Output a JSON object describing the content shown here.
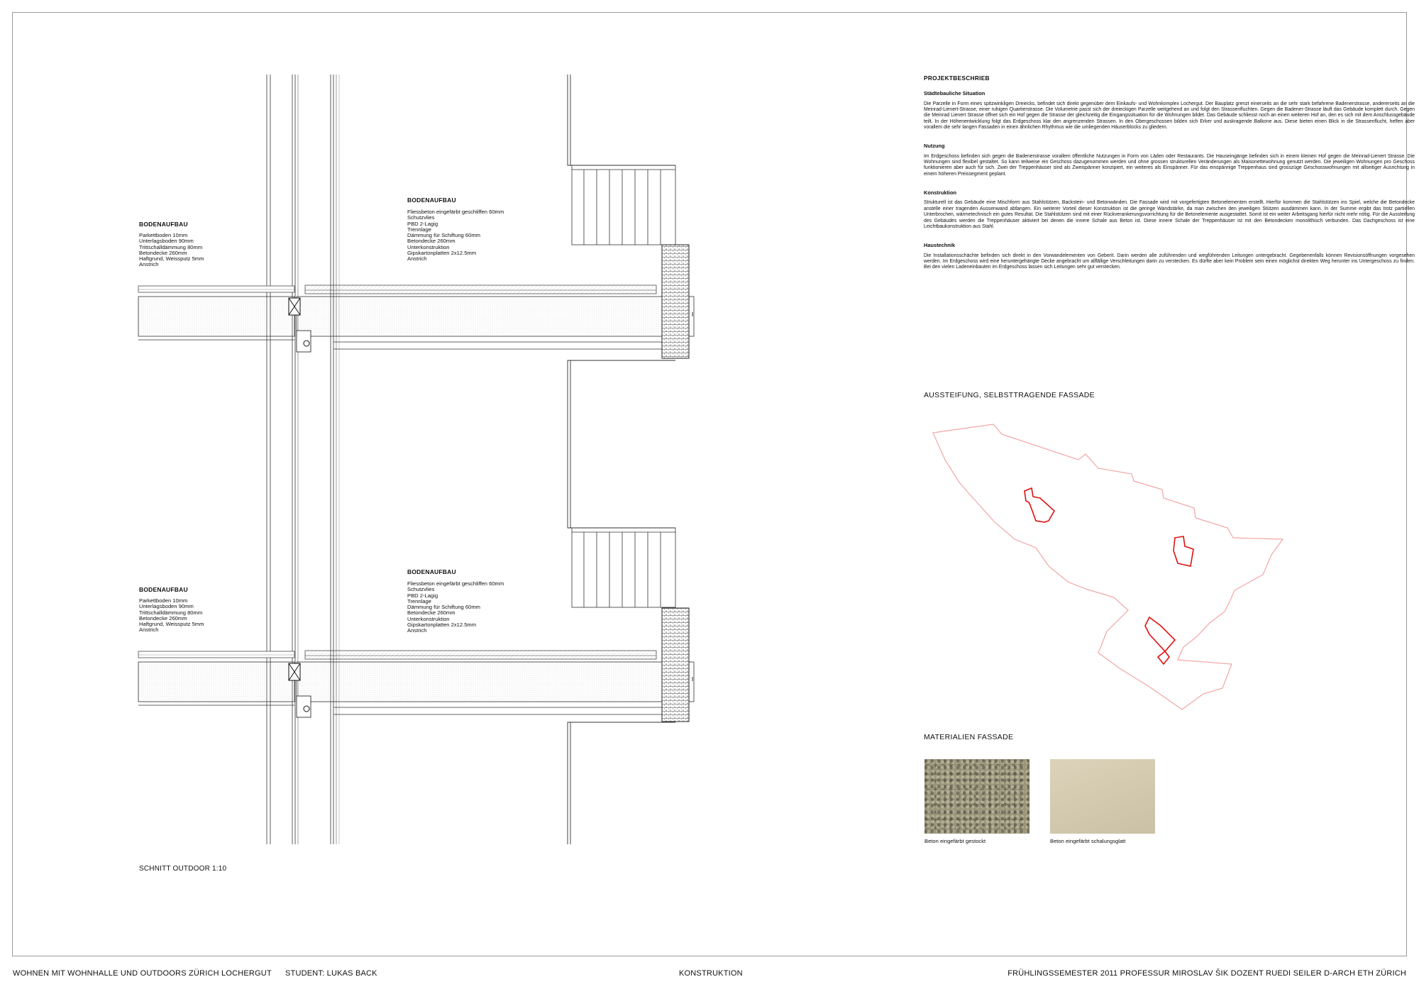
{
  "section_drawing": {
    "upper_left": {
      "heading": "BODENAUFBAU",
      "layers": [
        "Parkettboden  10mm",
        "Unterlagsboden  90mm",
        "Trittschalldämmung  80mm",
        "Betondecke  260mm",
        "Haftgrund, Weissputz 5mm",
        "Anstrich"
      ]
    },
    "upper_right": {
      "heading": "BODENAUFBAU",
      "layers": [
        "Fliessbeton eingefärbt geschliffen  60mm",
        "Schutzvlies",
        "PBD 2-Lagig",
        "Trennlage",
        "Dämmung für Schiftung  60mm",
        "Betondecke  260mm",
        "Unterkonstruktion",
        "Gipskartonplatten 2x12.5mm",
        "Anstrich"
      ]
    },
    "lower_left": {
      "heading": "BODENAUFBAU",
      "layers": [
        "Parkettboden  10mm",
        "Unterlagsboden  90mm",
        "Trittschalldämmung  80mm",
        "Betondecke  260mm",
        "Haftgrund, Weissputz 5mm",
        "Anstrich"
      ]
    },
    "lower_right": {
      "heading": "BODENAUFBAU",
      "layers": [
        "Fliessbeton eingefärbt geschliffen  60mm",
        "Schutzvlies",
        "PBD 2-Lagig",
        "Trennlage",
        "Dämmung für Schiftung  60mm",
        "Betondecke  260mm",
        "Unterkonstruktion",
        "Gipskartonplatten 2x12.5mm",
        "Anstrich"
      ]
    },
    "caption": "SCHNITT OUTDOOR   1:10"
  },
  "project": {
    "title": "PROJEKTBESCHRIEB",
    "sections": [
      {
        "heading": "Städtebauliche Situation",
        "body": "Die Parzelle in Form eines spitzwinkligen Dreiecks, befindet sich direkt gegenüber dem Einkaufs- und Wohnkomplex Lochergut. Der Bauplatz grenzt einerseits an die sehr stark befahrene Badenerstrasse, andererseits an die Meinrad-Lienert-Strasse, einer ruhigen Quartierstrasse. Die Volumetrie passt sich der dreieckigen Parzelle weitgehend an und folgt den Strassenfluchten. Gegen die Badener-Strasse läuft das Gebäude komplett durch. Gegen die Meinrad Lienert Strasse öffnet sich ein Hof gegen die Strasse der gleichzeitig die Eingangssituation für die Wohnungen bildet. Das Gebäude schliesst  noch an einen weiteren Hof an, den es sich mit dem Anschlussgebäude teilt. In der Höhenentwicklung folgt das Erdgeschoss klar den angrenzenden Strassen. In den Obergeschossen bilden sich Erker und auskragende Balkone aus. Diese bieten  einen Blick in die Strassenflucht, helfen aber vorallem die sehr langen Fassaden in einen ähnlichen Rhythmus wie die umliegenden Häuserblocks zu gliedern."
      },
      {
        "heading": "Nutzung",
        "body": "Im Erdgeschoss befinden sich gegen die Badenerstrasse vorallem öffentliche Nutzungen in Form von Läden oder Restaurants. Die Hauseingänge befinden sich in einem kleinen Hof gegen die Meinrad-Lienert Strasse. Die Wohnungen sind flexibel gestaltet. So kann teilweise ein Geschoss dazugenommen werden und ohne grossen strukturellen Veränderungen als Maisonettewohnung genutzt werden. Die jeweiligen Wohnungen  pro Geschoss funktionieren aber auch für sich. Zwei der Treppenhäuser sind als Zweispänner konzipiert, ein weiteres als Einspänner. Für das einspännige Treppenhaus sind grosszüge Geschosswohnungen mit allseitiger Ausrichtung in einem höheren Preissegment geplant."
      },
      {
        "heading": "Konstruktion",
        "body": "Strukturell ist das Gebäude eine Mischform aus Stahlstützen, Backstein- und Betonwänden. Die Fassade wird mit vorgefertigten Betonelementen erstellt. Hierfür kommen die Stahlstützen ins Spiel, welche die Betondecke anstelle einer tragenden Aussenwand abfangen. Ein weiterer Vorteil dieser Konstruktion ist die geringe Wandstärke, da man zwischen den jeweiligen Stützen ausdämmen kann. In der Summe ergibt das trotz partiellen Unterbrochen, wärmetechnisch ein gutes Resultat. Die Stahlstützen sind mit einer Rückverankerungsvorrichtung für die Betonelemente ausgestattet. Somit ist ein weiter Arbeitsgang hierfür nicht mehr nötig. Für die Aussteifung des Gebäudes werden die Treppenhäuser aktiviert bei denen die innere Schale aus Beton ist. Diese innere Schale der Treppenhäuser ist mit den Betondecken monolithisch verbunden. Das Dachgeschoss ist eine Leichtbaukonstruktion aus Stahl."
      },
      {
        "heading": "Haustechnik",
        "body": "Die Installationsschächte befinden sich direkt in den Vorwandelementen von  Geberit. Darin werden alle zuführenden und wegführenden Leitungen untergebracht. Gegebenenfalls können Revisionsöffnungen vorgesehen werden. Im Erdgeschoss wird eine heruntergehängte Decke angebracht um allfällige Verschleitungen darin zu verstecken. Es dürfte aber kein Problem sein einen möglichst direkten Weg herunter ins Untergeschoss zu finden. Bei den vielen Ladeneinbauten im Erdgeschoss lassen sich Leitungen sehr gut verstecken."
      }
    ]
  },
  "stiffening": {
    "title": "AUSSTEIFUNG, SELBSTTRAGENDE FASSADE",
    "outline_color": "#f2a6a6",
    "core_color": "#e01010"
  },
  "materials": {
    "title": "MATERIALIEN FASSADE",
    "items": [
      {
        "caption": "Beton eingefärbt gestockt",
        "color": "#9a947a"
      },
      {
        "caption": "Beton eingefärbt schalungsglatt",
        "color": "#d6cbae"
      }
    ]
  },
  "footer": {
    "project": "WOHNEN MIT WOHNHALLE UND OUTDOORS ZÜRICH LOCHERGUT",
    "student": "STUDENT: LUKAS BACK",
    "topic": "KONSTRUKTION",
    "semester": "FRÜHLINGSSEMESTER 2011   PROFESSUR MIROSLAV ŠIK   DOZENT RUEDI SEILER   D-ARCH ETH ZÜRICH"
  }
}
